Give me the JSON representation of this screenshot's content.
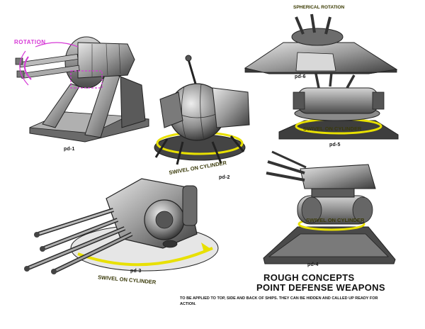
{
  "labels": {
    "rotation": "ROTATION",
    "spherical_rotation": "SPHERICAL ROTATION",
    "swivel_1": "SWIVEL ON CYLINDER",
    "swivel_2": "SWIVEL ON CYLINDER",
    "swivel_3": "SWIVEL ON CYLINDER",
    "swivel_4": "SWIVEL ON CYLINDER"
  },
  "designs": [
    {
      "id": "pd-1"
    },
    {
      "id": "pd-2"
    },
    {
      "id": "pd-3"
    },
    {
      "id": "pd-4"
    },
    {
      "id": "pd-5"
    },
    {
      "id": "pd-6"
    }
  ],
  "title": {
    "line1": "ROUGH CONCEPTS",
    "line2": "POINT DEFENSE WEAPONS"
  },
  "description": "TO BE APPLIED TO TOP, SIDE AND BACK OF SHIPS. THEY CAN BE HIDDEN AND CALLED UP READY FOR ACTION.",
  "colors": {
    "annotation_magenta": "#d638d6",
    "swivel_yellow": "#e8e000",
    "ink": "#1a1a1a"
  }
}
